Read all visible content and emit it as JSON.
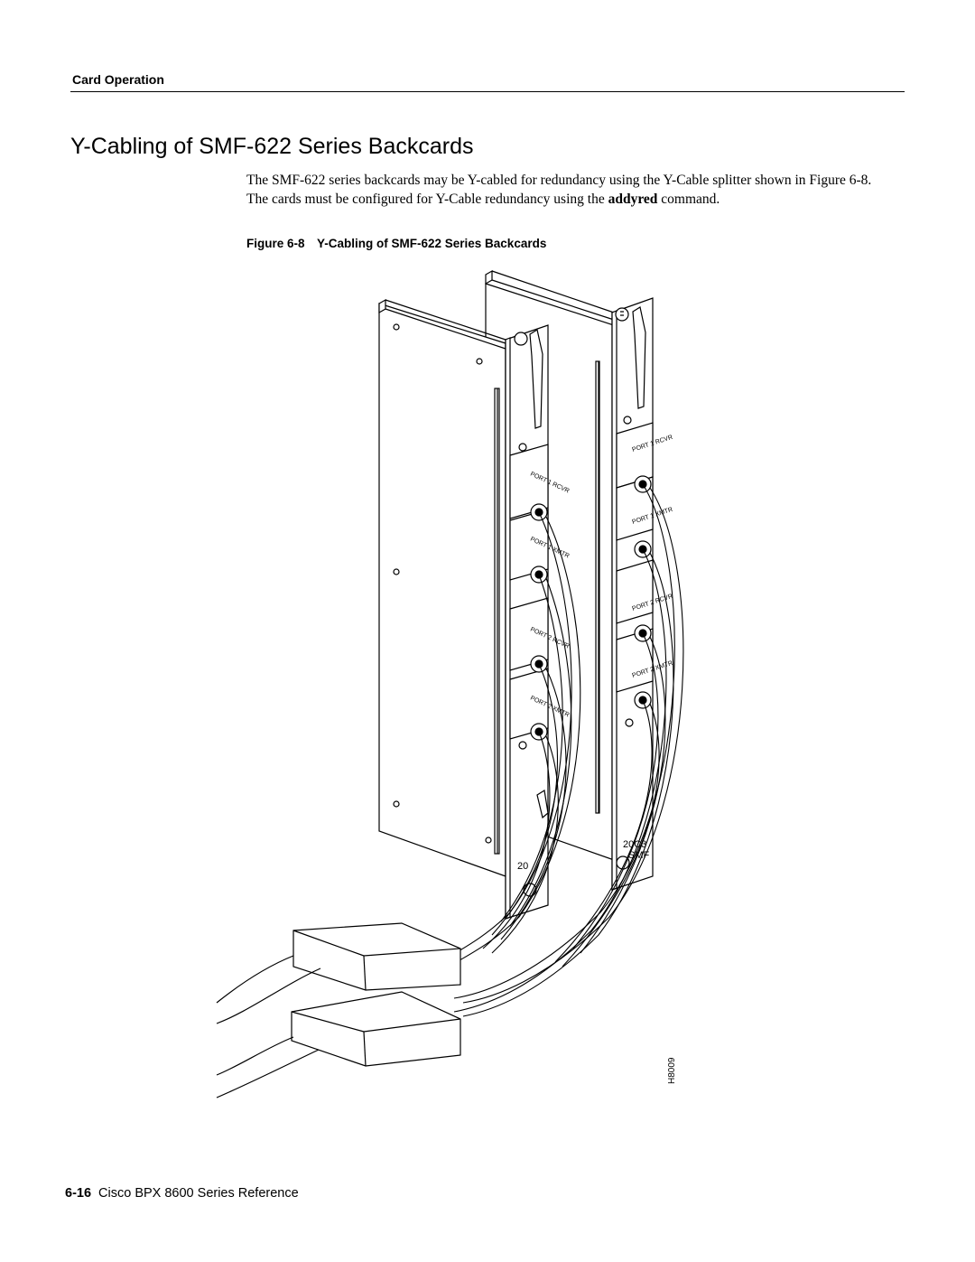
{
  "header": {
    "section": "Card Operation"
  },
  "heading": "Y-Cabling of SMF-622 Series Backcards",
  "body": {
    "part1": "The SMF-622 series backcards may be Y-cabled for redundancy using the Y-Cable splitter shown in Figure 6-8. The cards must be configured for Y-Cable redundancy using the ",
    "command": "addyred",
    "part2": " command."
  },
  "figure": {
    "number": "Figure 6-8",
    "caption": "Y-Cabling of SMF-622 Series Backcards",
    "port_labels": [
      "PORT 1 RCVR",
      "PORT 1 XMTR",
      "PORT 2 RCVR",
      "PORT 2 XMTR"
    ],
    "card_label_left": "20",
    "card_label_right_line1": "20C3",
    "card_label_right_line2": "SMF",
    "art_id": "H8009"
  },
  "footer": {
    "page": "6-16",
    "title": "Cisco BPX 8600 Series Reference"
  }
}
